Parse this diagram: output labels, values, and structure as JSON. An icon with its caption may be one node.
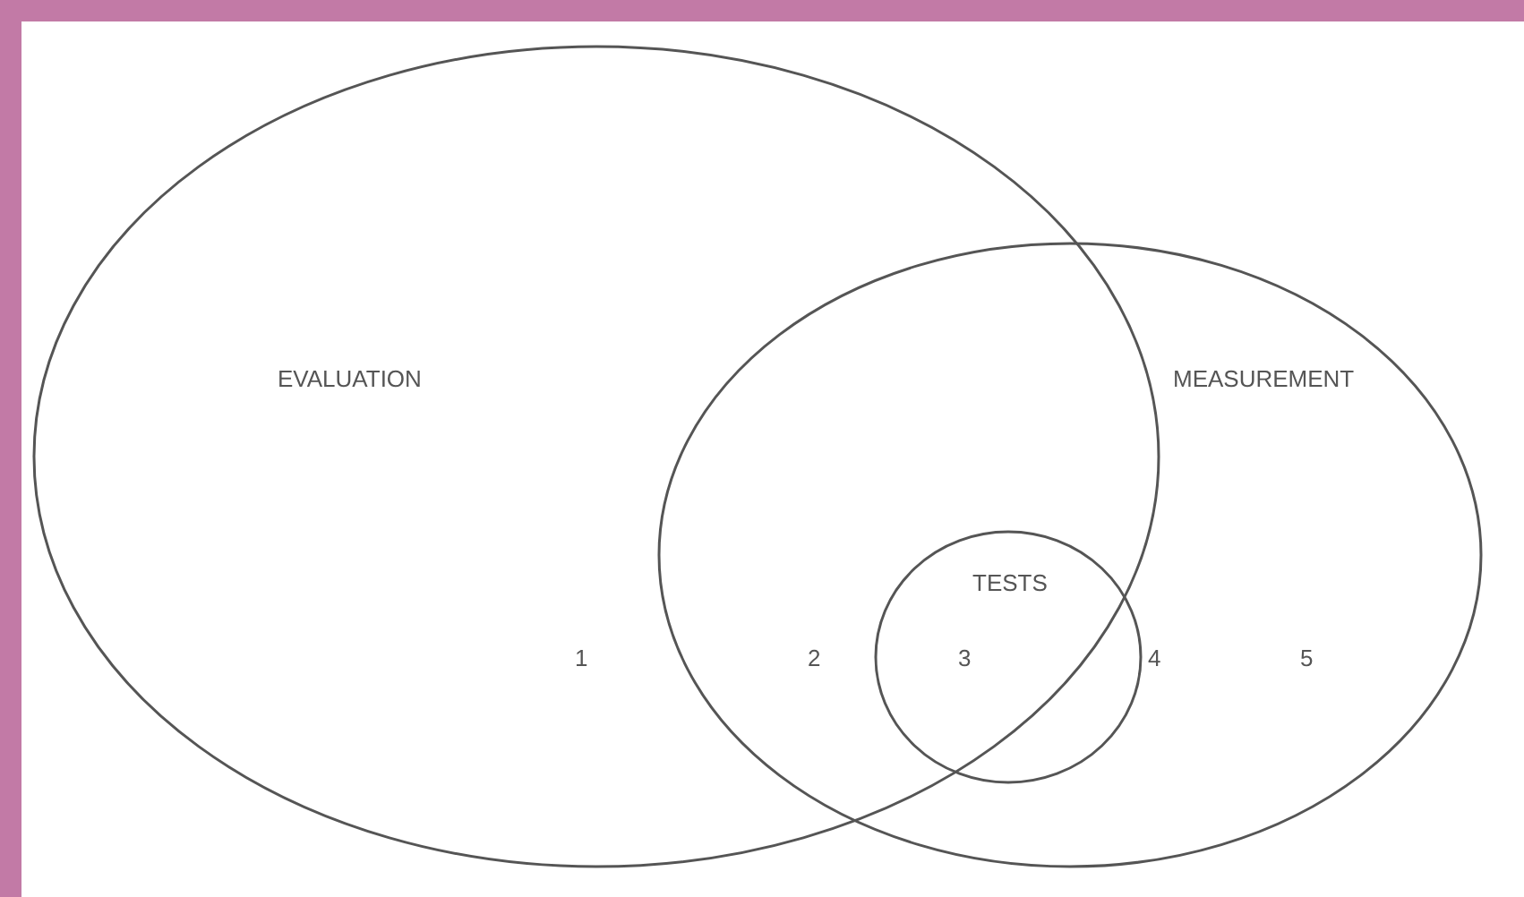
{
  "diagram": {
    "nodes": [
      {
        "text": [
          "EVALUATION"
        ]
      },
      {
        "text": [
          "MEASUREMENT"
        ]
      },
      {
        "text": [
          "TESTS"
        ]
      }
    ],
    "labels": [
      "1",
      "2",
      "3",
      "4",
      "5"
    ]
  }
}
